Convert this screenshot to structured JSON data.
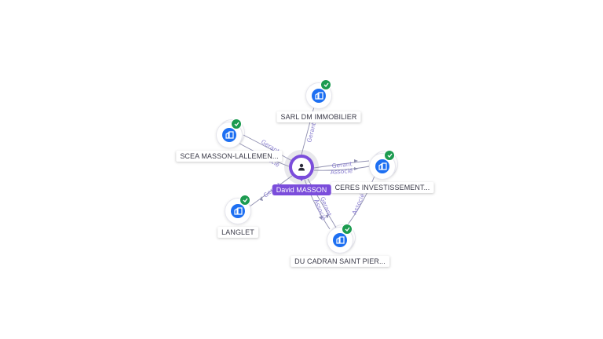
{
  "person": {
    "name": "David MASSON",
    "icon": "person-icon",
    "color": "#7b4ddb"
  },
  "companies": [
    {
      "id": "sarl",
      "name": "SARL DM IMMOBILIER",
      "icon": "building-icon",
      "verified": true
    },
    {
      "id": "scea",
      "name": "SCEA MASSON-LALLEMEN...",
      "icon": "building-icon",
      "verified": true
    },
    {
      "id": "ceres",
      "name": "CERES INVESTISSEMENT...",
      "icon": "building-icon",
      "verified": true
    },
    {
      "id": "langlet",
      "name": "LANGLET",
      "icon": "building-icon",
      "verified": true
    },
    {
      "id": "cadran",
      "name": "DU CADRAN SAINT PIER...",
      "icon": "building-icon",
      "verified": true
    }
  ],
  "relations": [
    {
      "from": "person",
      "to": "sarl",
      "labels": [
        "Gerant"
      ]
    },
    {
      "from": "person",
      "to": "scea",
      "labels": [
        "Gerant",
        "Associé"
      ]
    },
    {
      "from": "person",
      "to": "ceres",
      "labels": [
        "Gerant",
        "Associé"
      ]
    },
    {
      "from": "person",
      "to": "langlet",
      "labels": [
        "Gerant"
      ]
    },
    {
      "from": "person",
      "to": "cadran",
      "labels": [
        "Gerant",
        "Associé"
      ]
    },
    {
      "from": "ceres",
      "to": "cadran",
      "labels": [
        "Associé"
      ]
    }
  ],
  "colors": {
    "company": "#1d6ff2",
    "verified": "#1c9b50",
    "edge": "#8f8fb0",
    "edge_label": "#8a7fd0"
  }
}
